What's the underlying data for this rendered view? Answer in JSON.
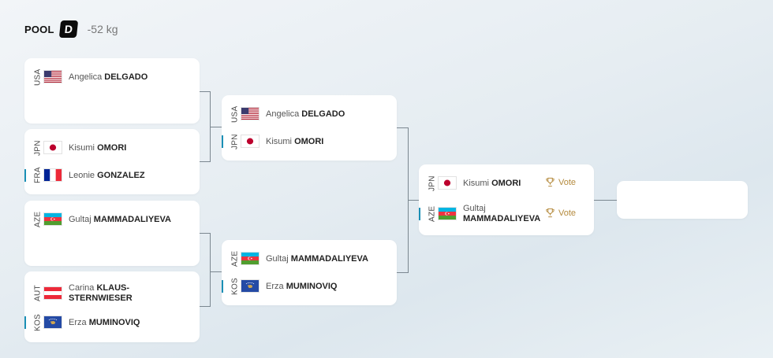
{
  "header": {
    "pool_label": "POOL",
    "pool_letter": "D",
    "weight": "-52 kg"
  },
  "round1": [
    {
      "slots": [
        {
          "code": "USA",
          "given": "Angelica ",
          "family": "DELGADO",
          "flag": "usa-flag"
        },
        null
      ]
    },
    {
      "slots": [
        {
          "code": "JPN",
          "given": "Kisumi ",
          "family": "OMORI",
          "flag": "japan-flag"
        },
        {
          "code": "FRA",
          "given": "Leonie ",
          "family": "GONZALEZ",
          "flag": "france-flag"
        }
      ]
    },
    {
      "slots": [
        {
          "code": "AZE",
          "given": "Gultaj ",
          "family": "MAMMADALIYEVA",
          "flag": "azerbaijan-flag"
        },
        null
      ]
    },
    {
      "slots": [
        {
          "code": "AUT",
          "given": "Carina ",
          "family": "KLAUS-STERNWIESER",
          "flag": "austria-flag"
        },
        {
          "code": "KOS",
          "given": "Erza ",
          "family": "MUMINOVIQ",
          "flag": "kosovo-flag"
        }
      ]
    }
  ],
  "round2": [
    {
      "slots": [
        {
          "code": "USA",
          "given": "Angelica ",
          "family": "DELGADO",
          "flag": "usa-flag"
        },
        {
          "code": "JPN",
          "given": "Kisumi ",
          "family": "OMORI",
          "flag": "japan-flag"
        }
      ]
    },
    {
      "slots": [
        {
          "code": "AZE",
          "given": "Gultaj ",
          "family": "MAMMADALIYEVA",
          "flag": "azerbaijan-flag"
        },
        {
          "code": "KOS",
          "given": "Erza ",
          "family": "MUMINOVIQ",
          "flag": "kosovo-flag"
        }
      ]
    }
  ],
  "round3": [
    {
      "slots": [
        {
          "code": "JPN",
          "given": "Kisumi ",
          "family": "OMORI",
          "flag": "japan-flag",
          "vote": "Vote"
        },
        {
          "code": "AZE",
          "given": "Gultaj ",
          "family": "MAMMADALIYEVA",
          "flag": "azerbaijan-flag",
          "vote": "Vote"
        }
      ]
    }
  ],
  "icons": {
    "vote": "trophy-icon"
  },
  "colors": {
    "active_marker": "#1a8fb5",
    "vote": "#b58b3e",
    "connector": "#7b8790"
  }
}
